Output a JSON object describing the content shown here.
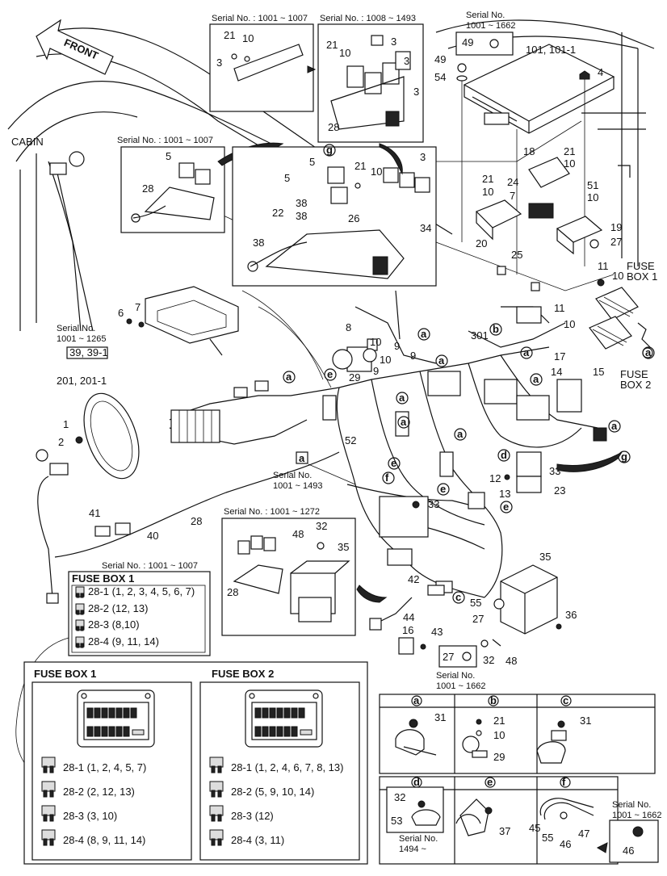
{
  "orientation": {
    "front": "FRONT",
    "cabin": "CABIN"
  },
  "serials": {
    "s1001_1007_top": "Serial No. : 1001 ~ 1007",
    "s1008_1493": "Serial No. : 1008 ~ 1493",
    "s1001_1662_top": "Serial No.\n1001 ~ 1662",
    "s1001_1007_mid": "Serial No. : 1001 ~ 1007",
    "s1001_1265": "Serial No.\n1001 ~ 1265",
    "s1001_1493": "Serial No.\n1001 ~ 1493",
    "s1001_1272": "Serial No. : 1001 ~ 1272",
    "s1001_1007_fuse": "Serial No. : 1001 ~ 1007",
    "s1001_1662_bottom": "Serial No.\n1001 ~ 1662",
    "s1494": "Serial No.\n1494 ~",
    "s1001_1662_right": "Serial No.\n1001 ~ 1662"
  },
  "callouts": {
    "fuse_box_1": "FUSE\nBOX 1",
    "fuse_box_2": "FUSE\nBOX 2",
    "part_39": "39, 39-1",
    "part_201": "201, 201-1",
    "part_101": "101, 101-1"
  },
  "fuse_box_1_early": {
    "title": "FUSE BOX 1",
    "items": [
      "28-1 (1, 2, 3, 4, 5, 6, 7)",
      "28-2 (12, 13)",
      "28-3 (8,10)",
      "28-4 (9, 11, 14)"
    ]
  },
  "fuse_box_1": {
    "title": "FUSE BOX 1",
    "items": [
      "28-1 (1, 2, 4, 5, 7)",
      "28-2 (2, 12, 13)",
      "28-3 (3, 10)",
      "28-4 (8, 9, 11, 14)"
    ]
  },
  "fuse_box_2": {
    "title": "FUSE BOX 2",
    "items": [
      "28-1 (1, 2, 4, 6, 7, 8, 13)",
      "28-2 (5, 9, 10, 14)",
      "28-3 (12)",
      "28-4 (3, 11)"
    ]
  },
  "detail_letters": [
    "a",
    "b",
    "c",
    "d",
    "e",
    "f",
    "g"
  ],
  "details": {
    "a": {
      "letter": "a",
      "parts": [
        "31"
      ]
    },
    "b": {
      "letter": "b",
      "parts": [
        "21",
        "10",
        "29"
      ]
    },
    "c": {
      "letter": "c",
      "parts": [
        "31"
      ]
    },
    "d": {
      "letter": "d",
      "parts": [
        "32",
        "53"
      ]
    },
    "e": {
      "letter": "e",
      "parts": [
        "37"
      ]
    },
    "f": {
      "letter": "f",
      "parts": [
        "45",
        "55",
        "46",
        "47"
      ]
    },
    "right_46": "46"
  }
}
